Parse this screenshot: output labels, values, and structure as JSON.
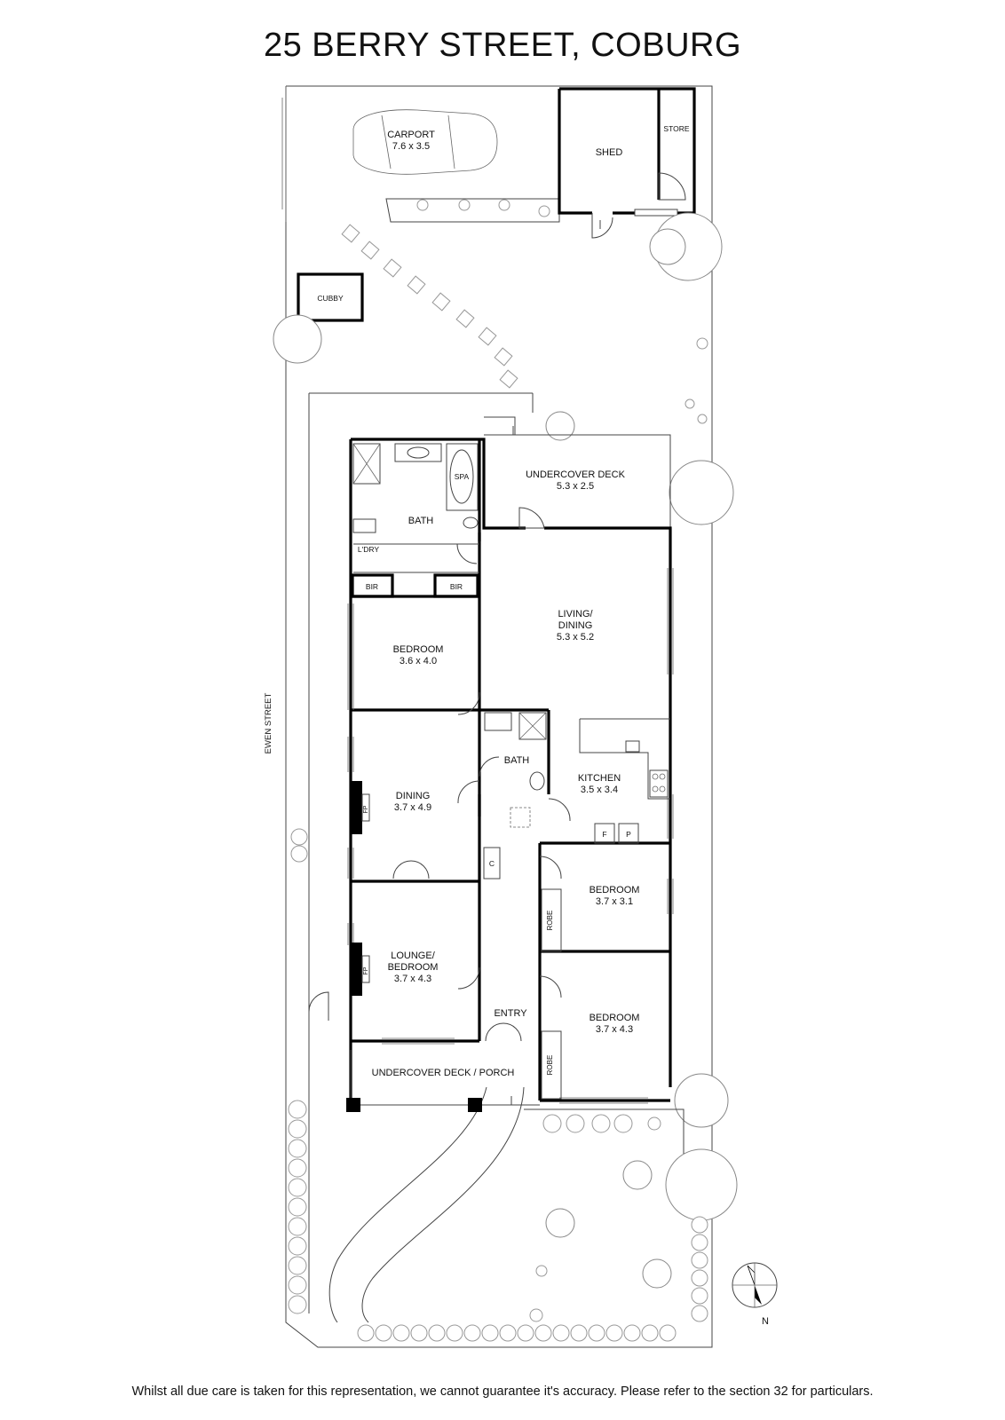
{
  "title": "25 BERRY STREET, COBURG",
  "disclaimer": "Whilst all due care is taken for this representation, we cannot guarantee it's accuracy. Please refer to the section 32 for particulars.",
  "street_label": "EWEN STREET",
  "compass_label": "N",
  "outbuildings": {
    "carport_name": "CARPORT",
    "carport_size": "7.6 x 3.5",
    "shed": "SHED",
    "store": "STORE",
    "cubby": "CUBBY"
  },
  "rooms": {
    "undercover_deck_rear": {
      "name": "UNDERCOVER DECK",
      "size": "5.3 x 2.5"
    },
    "bath_main": "BATH",
    "spa": "SPA",
    "laundry": "L'DRY",
    "bir_left": "BIR",
    "bir_right": "BIR",
    "living_dining": {
      "line1": "LIVING/",
      "line2": "DINING",
      "size": "5.3 x 5.2"
    },
    "bedroom_rear": {
      "name": "BEDROOM",
      "size": "3.6 x 4.0"
    },
    "bath_small": "BATH",
    "kitchen": {
      "name": "KITCHEN",
      "size": "3.5 x 3.4"
    },
    "fridge": "F",
    "pantry": "P",
    "dining": {
      "name": "DINING",
      "size": "3.7 x 4.9"
    },
    "fp_dining": "FP",
    "cupboard": "C",
    "bedroom_mid": {
      "name": "BEDROOM",
      "size": "3.7 x 3.1"
    },
    "robe_mid": "ROBE",
    "lounge_bedroom": {
      "line1": "LOUNGE/",
      "line2": "BEDROOM",
      "size": "3.7 x 4.3"
    },
    "fp_lounge": "FP",
    "entry": "ENTRY",
    "bedroom_front": {
      "name": "BEDROOM",
      "size": "3.7 x 4.3"
    },
    "robe_front": "ROBE",
    "porch": "UNDERCOVER DECK / PORCH"
  }
}
